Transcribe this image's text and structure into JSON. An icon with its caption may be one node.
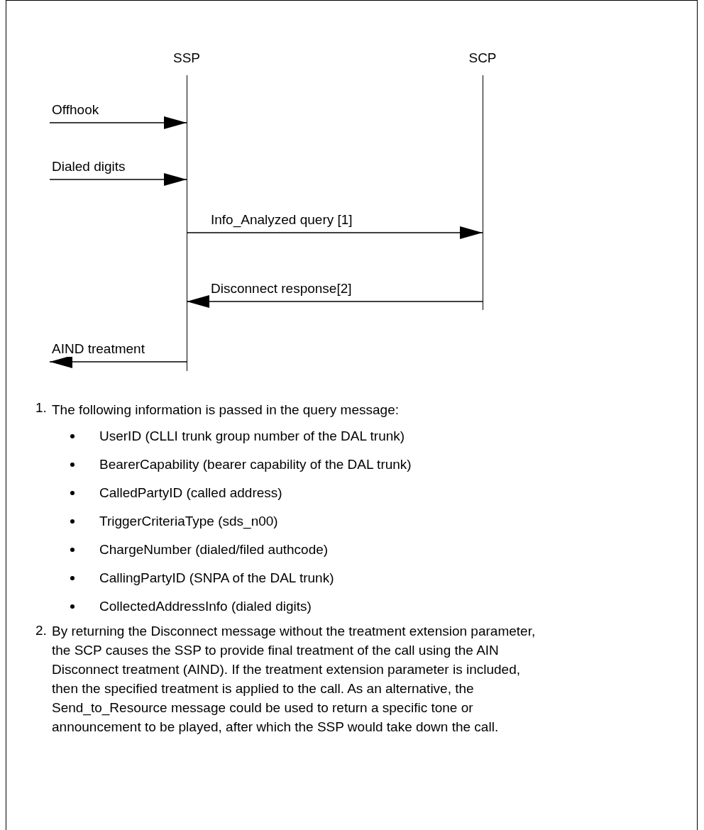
{
  "diagram": {
    "nodes": [
      {
        "text": [
          "SSP"
        ]
      },
      {
        "text": [
          "SCP"
        ]
      }
    ],
    "edges": [
      {
        "from": null,
        "to": 0,
        "arrow": "to",
        "label": "Offhook"
      },
      {
        "from": null,
        "to": 0,
        "arrow": "to",
        "label": "Dialed digits"
      },
      {
        "from": 0,
        "to": 1,
        "arrow": "to",
        "label": "Info_Analyzed query [1]"
      },
      {
        "from": 1,
        "to": 0,
        "arrow": "to",
        "label": "Disconnect response[2]"
      },
      {
        "from": 0,
        "to": null,
        "arrow": "to",
        "label": "AIND treatment"
      }
    ],
    "labels": [
      "1.",
      "The following information is passed in the query message:",
      "UserID (CLLI trunk group number of the DAL trunk)",
      "BearerCapability (bearer capability of the DAL trunk)",
      "CalledPartyID (called address)",
      "TriggerCriteriaType (sds_n00)",
      "ChargeNumber (dialed/filed authcode)",
      "CallingPartyID (SNPA of the DAL trunk)",
      "CollectedAddressInfo (dialed digits)",
      "2.",
      "By returning the Disconnect message without the treatment extension parameter, the SCP causes the SSP to provide final treatment of the call using the AIN Disconnect treatment (AIND). If the treatment extension parameter is included, then the specified treatment is applied to the call. As an alternative, the Send_to_Resource message could be used to return a specific tone or announcement to be played, after which the SSP would take down the call."
    ]
  }
}
